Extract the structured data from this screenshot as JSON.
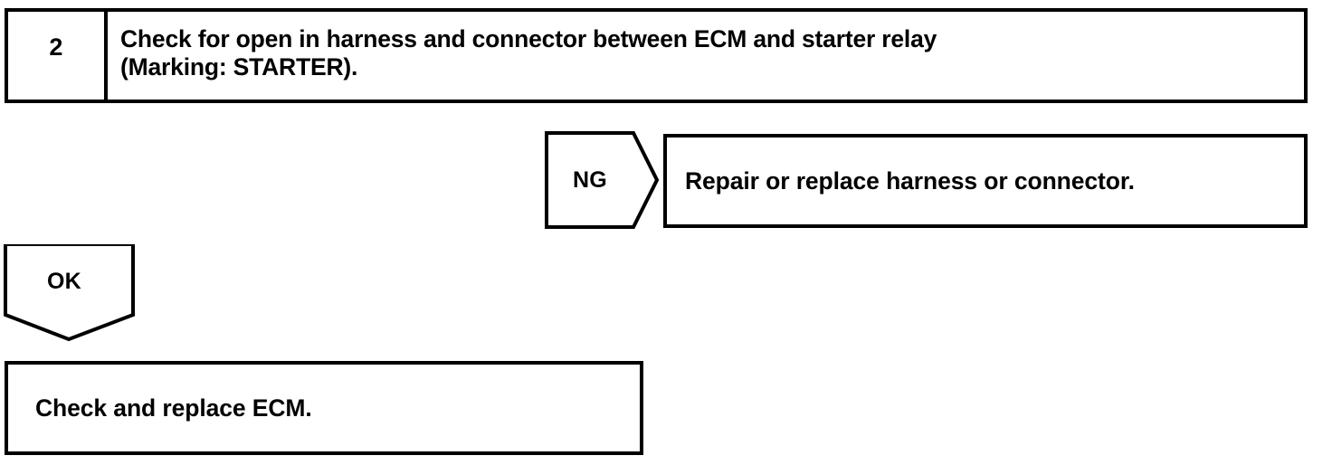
{
  "document": {
    "type": "diagnostic-flowchart",
    "background_color": "#ffffff",
    "line_color": "#000000"
  },
  "step": {
    "number": "2",
    "instruction_line1": "Check for open in harness and connector between ECM and starter relay",
    "instruction_line2": "(Marking: STARTER)."
  },
  "branches": {
    "ng": {
      "label": "NG",
      "shape": "pentagon-right",
      "result_text": "Repair or replace harness or connector."
    },
    "ok": {
      "label": "OK",
      "shape": "pentagon-down",
      "result_text": "Check and replace ECM."
    }
  }
}
